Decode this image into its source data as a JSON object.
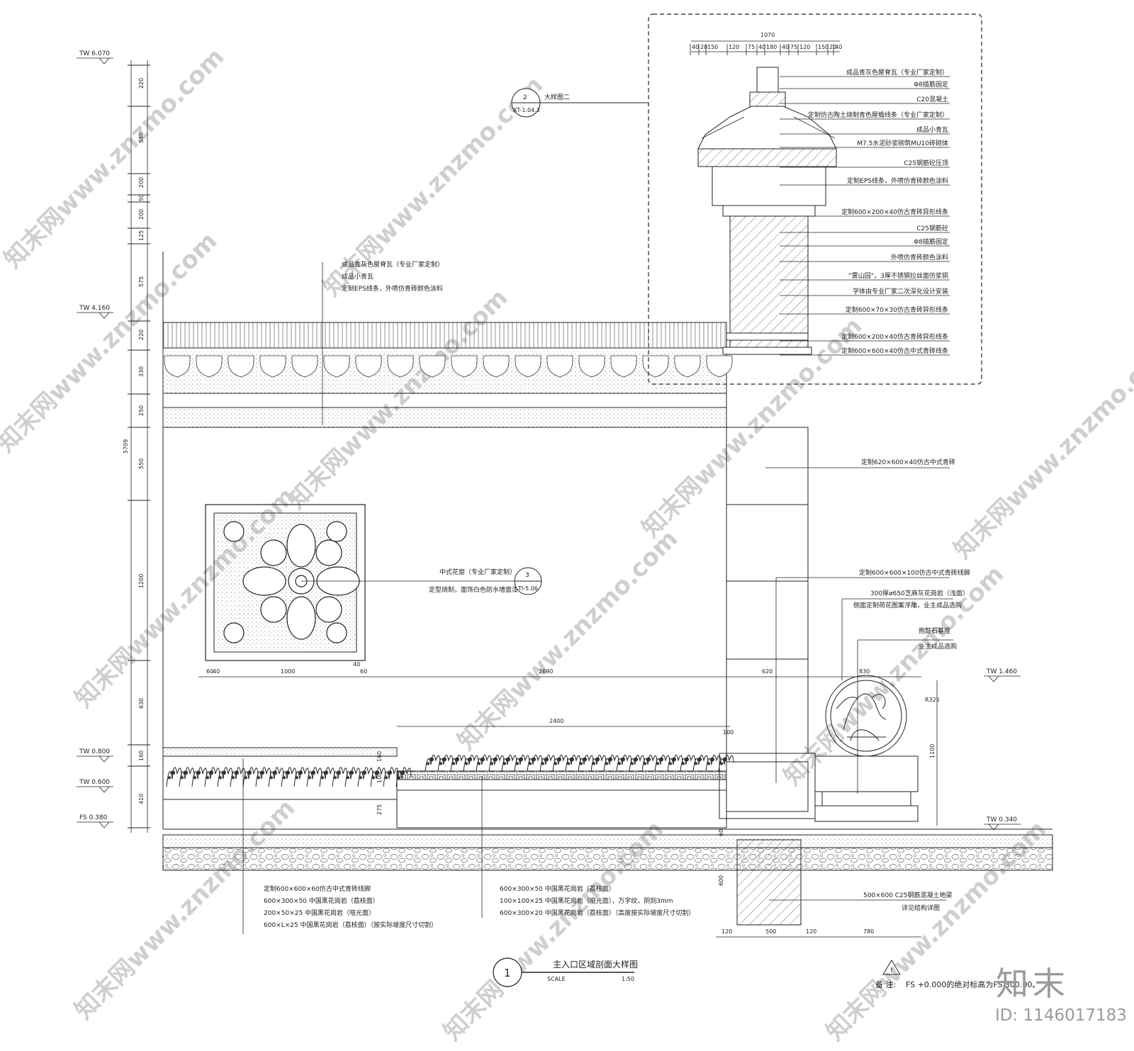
{
  "drawing": {
    "title": "主入口区域剖面大样图",
    "title_index": "1",
    "scale_label": "SCALE",
    "scale_value": "1:50",
    "note_prefix": "备 注:",
    "note_text": "FS +0.000的绝对标高为FS 300.00。",
    "brand": "知末",
    "image_id": "ID: 1146017183",
    "watermark": "知末网www.znzmo.com"
  },
  "levels": [
    "TW 6.070",
    "TW 4.160",
    "TW 0.800",
    "TW 0.600",
    "FS 0.380",
    "TW 1.460",
    "TW 0.340"
  ],
  "dims_left": [
    "220",
    "540",
    "200",
    "50",
    "200",
    "125",
    "575",
    "220",
    "330",
    "250",
    "550",
    "1200",
    "630",
    "160",
    "410",
    "5709"
  ],
  "dims_top": {
    "total": "1070",
    "parts": [
      "40",
      "20",
      "150",
      "120",
      "75",
      "40",
      "180",
      "40",
      "75",
      "120",
      "150",
      "20",
      "40"
    ]
  },
  "dims_bottom": [
    "120",
    "500",
    "120",
    "780"
  ],
  "dims_mid": [
    "60",
    "40",
    "1000",
    "40",
    "60",
    "2690",
    "620",
    "830",
    "2400",
    "100",
    "160",
    "100",
    "275"
  ],
  "dims_misc": [
    "R325",
    "1100",
    "600",
    "60"
  ],
  "callouts": {
    "detail2": {
      "num": "2",
      "ref": "XT-1.04.3",
      "label": "大样图二"
    },
    "detail3": {
      "num": "3",
      "ref": "TI-5.06"
    }
  },
  "notes_pillar": [
    "成品青灰色屋脊瓦（专业厂家定制）",
    "Φ8插筋固定",
    "C20混凝土",
    "定制仿古陶土烧制青色屋檐线条（专业厂家定制）",
    "成品小青瓦",
    "M7.5水泥砂浆砌筑MU10砖砌体",
    "C25钢筋砼压顶",
    "定制EPS线条，外喷仿青砖颜色涂料",
    "定制600×200×40仿古青砖异形线条",
    "C25钢筋砼",
    "Φ8插筋固定",
    "外喷仿青砖颜色涂料",
    "“雾山园”，3厚不锈钢拉丝面仿浆铜",
    "字体由专业厂家二次深化设计安装",
    "定制600×70×30仿古青砖异形线条",
    "定制600×200×40仿古青砖异形线条",
    "定制600×600×40仿古中式青砖线条"
  ],
  "notes_wall": [
    "成品青灰色屋脊瓦（专业厂家定制）",
    "成品小青瓦",
    "定制EPS线条，外喷仿青砖颜色涂料"
  ],
  "notes_brick": "定制620×600×40仿古中式青砖",
  "notes_window": [
    "中式花窗（专业厂家定制）",
    "定型烧制，面饰白色防水墙面漆"
  ],
  "notes_base": [
    "定制600×600×100仿古中式青砖线脚",
    "300厚ø650芝麻灰花岗岩（浅面）",
    "侧面定制荷花图案浮雕，业主成品选购",
    "抱鼓石基座",
    "业主成品选购"
  ],
  "notes_ground_left": [
    "定制600×600×60仿古中式青砖线脚",
    "600×300×50 中国黑花岗岩（荔枝面）",
    "200×50×25 中国黑花岗岩（哑光面）",
    "600×L×25 中国黑花岗岩（荔枝面）（按实际坡度尺寸切割）"
  ],
  "notes_ground_mid": [
    "600×300×50 中国黑花岗岩（荔枝面）",
    "100×100×25 中国黑花岗岩（哑光面），万字纹，阴刻3mm",
    "600×300×20 中国黑花岗岩（荔枝面）（高度按实际坡度尺寸切割）"
  ],
  "notes_beam": [
    "500×600 C25钢筋混凝土地梁",
    "详见结构详图"
  ]
}
